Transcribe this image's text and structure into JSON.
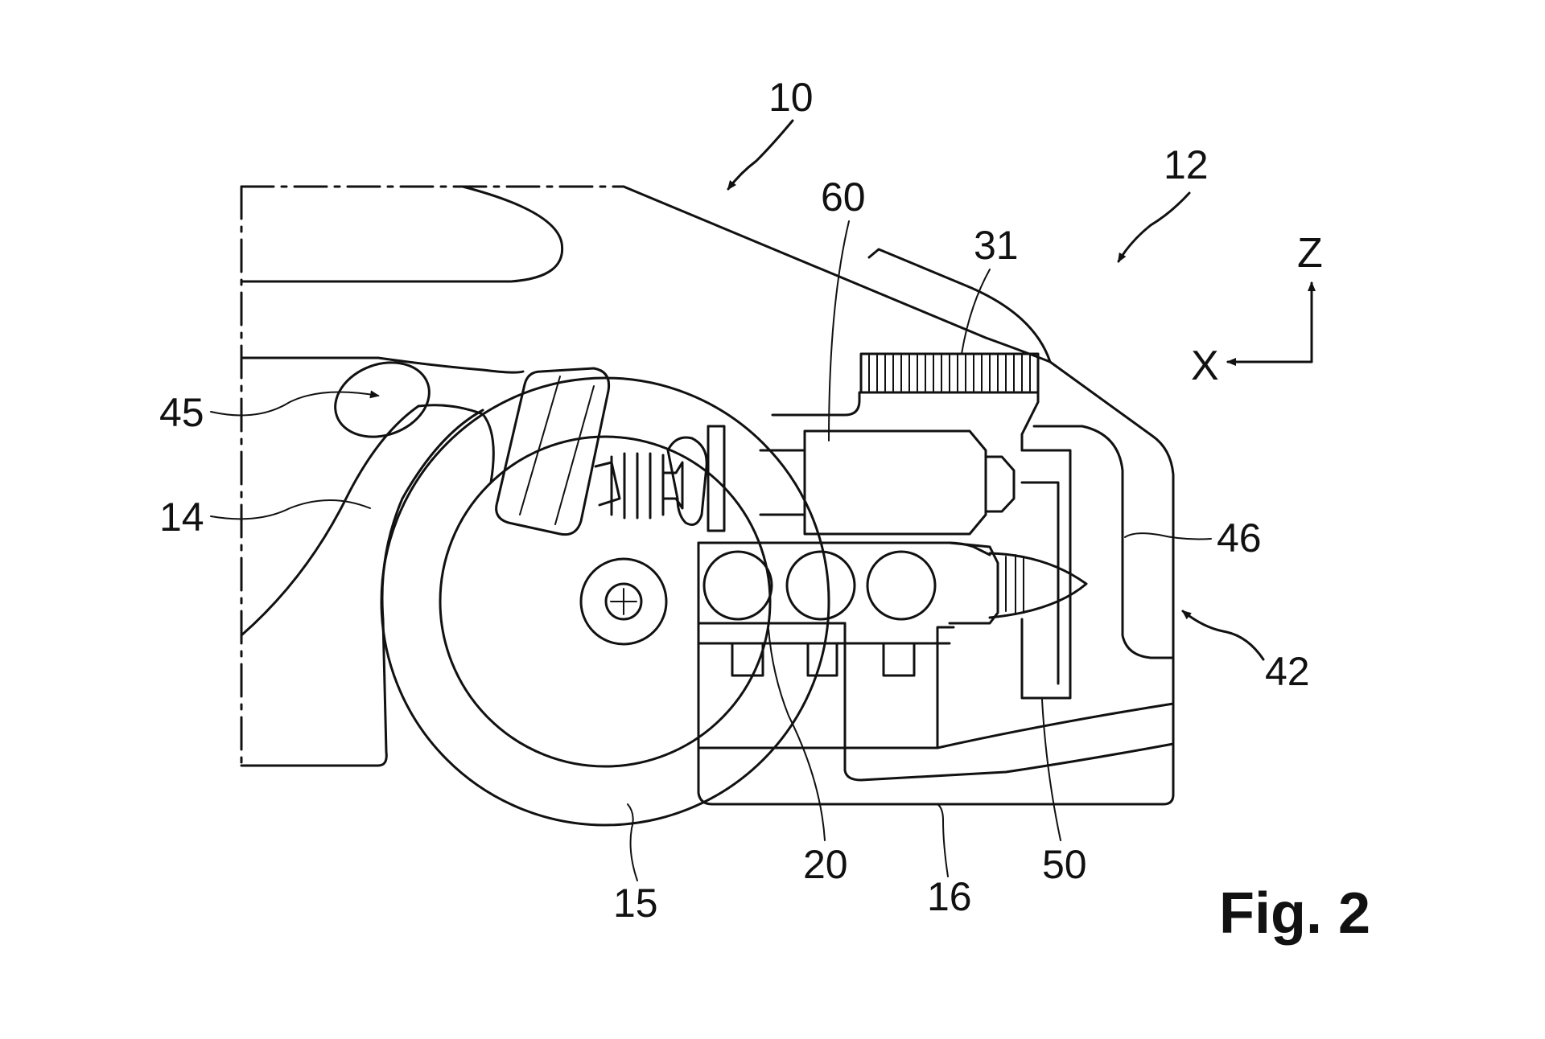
{
  "figure": {
    "caption": "Fig. 2",
    "labels": {
      "ref_10": "10",
      "ref_12": "12",
      "ref_60": "60",
      "ref_31": "31",
      "ref_45": "45",
      "ref_14": "14",
      "ref_46": "46",
      "ref_42": "42",
      "ref_15": "15",
      "ref_20": "20",
      "ref_16": "16",
      "ref_50": "50"
    },
    "axes": {
      "z": "Z",
      "x": "X"
    }
  },
  "colors": {
    "ink": "#111111",
    "paper": "#ffffff"
  }
}
